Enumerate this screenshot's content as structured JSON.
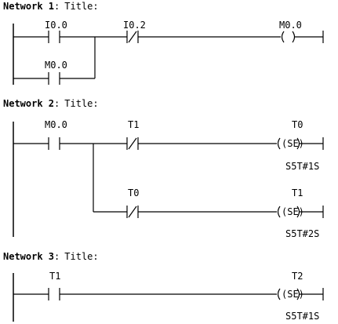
{
  "networks": [
    {
      "label": "Network 1",
      "sep": ":",
      "title": "Title:",
      "contacts": [
        {
          "addr": "I0.0",
          "type": "NO"
        },
        {
          "addr": "M0.0",
          "type": "NO"
        },
        {
          "addr": "I0.2",
          "type": "NC"
        }
      ],
      "coils": [
        {
          "addr": "M0.0",
          "symbol": "( )",
          "preset": ""
        }
      ]
    },
    {
      "label": "Network 2",
      "sep": ":",
      "title": "Title:",
      "contacts": [
        {
          "addr": "M0.0",
          "type": "NO"
        },
        {
          "addr": "T1",
          "type": "NC"
        },
        {
          "addr": "T0",
          "type": "NC"
        }
      ],
      "coils": [
        {
          "addr": "T0",
          "symbol": "(SE)",
          "preset": "S5T#1S"
        },
        {
          "addr": "T1",
          "symbol": "(SE)",
          "preset": "S5T#2S"
        }
      ]
    },
    {
      "label": "Network 3",
      "sep": ":",
      "title": "Title:",
      "contacts": [
        {
          "addr": "T1",
          "type": "NO"
        }
      ],
      "coils": [
        {
          "addr": "T2",
          "symbol": "(SE)",
          "preset": "S5T#1S"
        }
      ]
    }
  ]
}
